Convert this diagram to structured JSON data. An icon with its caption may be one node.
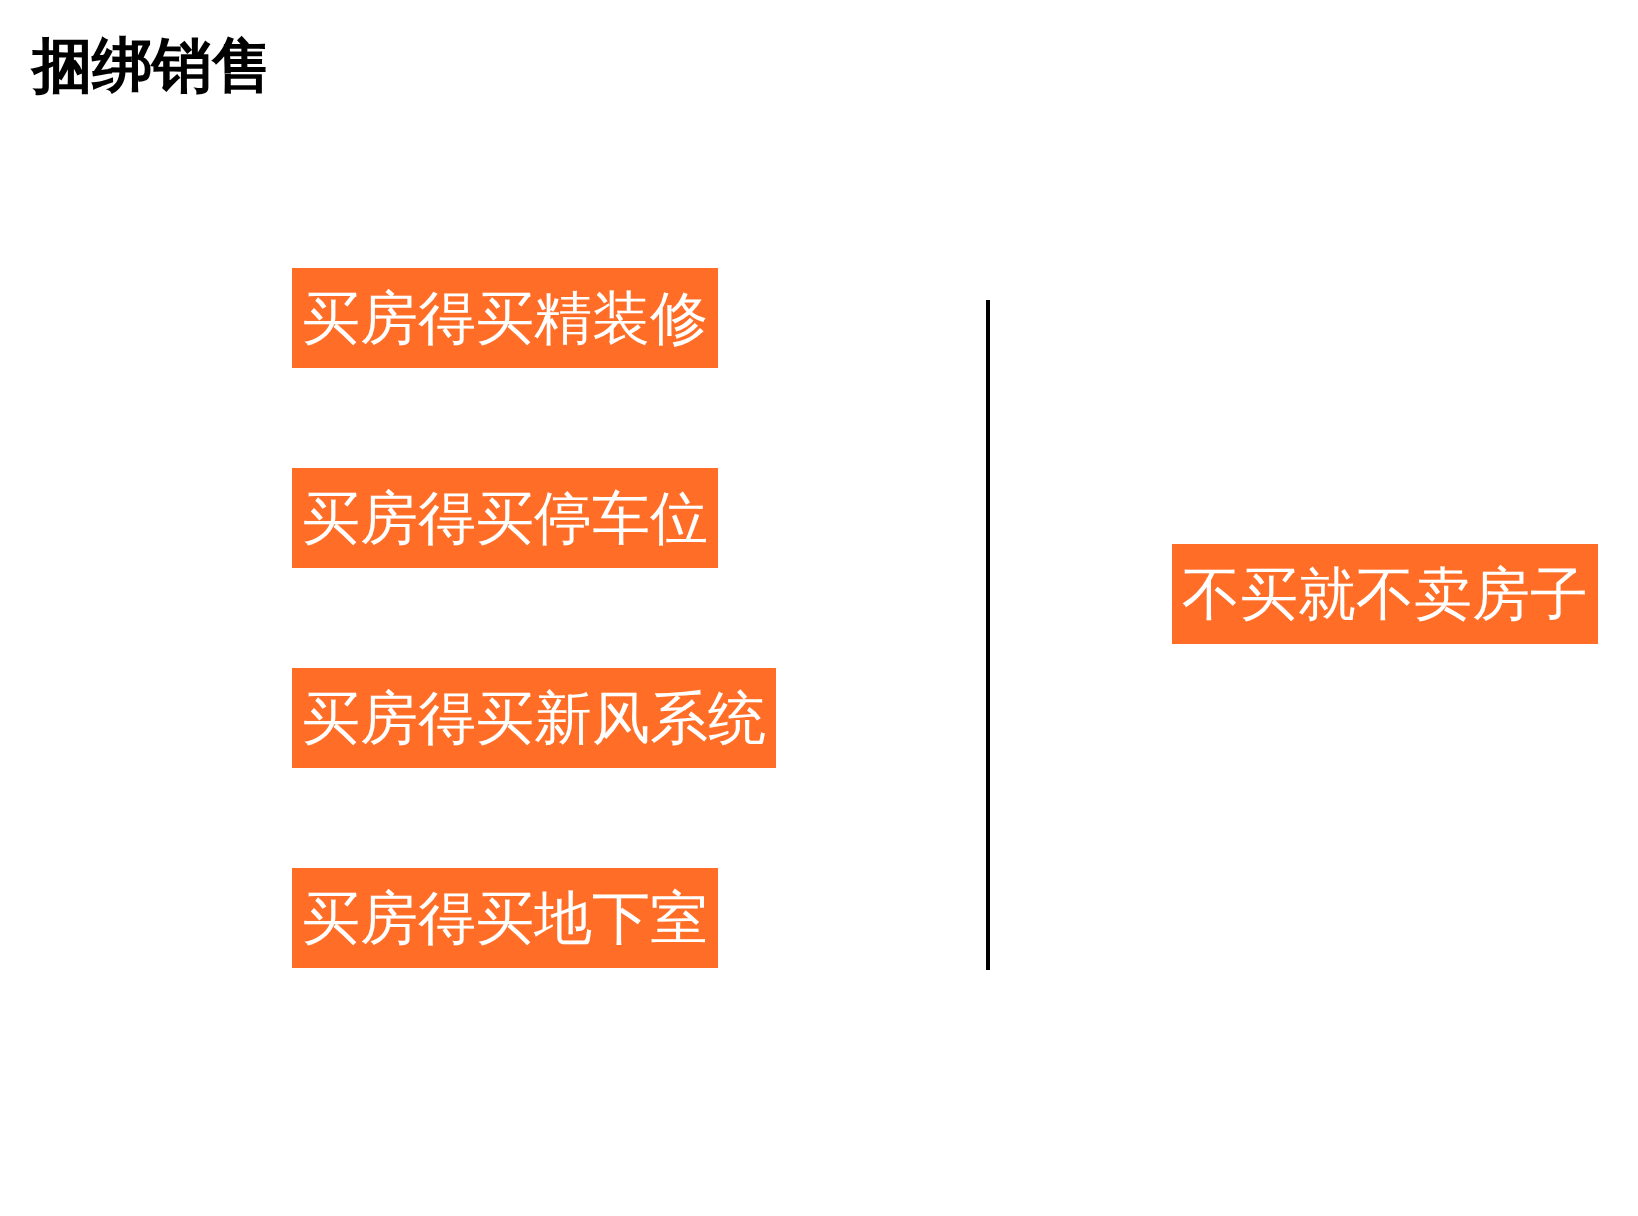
{
  "diagram": {
    "title": "捆绑销售",
    "nodes": [
      {
        "text": [
          "买房得买精装修"
        ]
      },
      {
        "text": [
          "买房得买停车位"
        ]
      },
      {
        "text": [
          "买房得买新风系统"
        ]
      },
      {
        "text": [
          "买房得买地下室"
        ]
      },
      {
        "text": [
          "不买就不卖房子"
        ]
      }
    ]
  }
}
